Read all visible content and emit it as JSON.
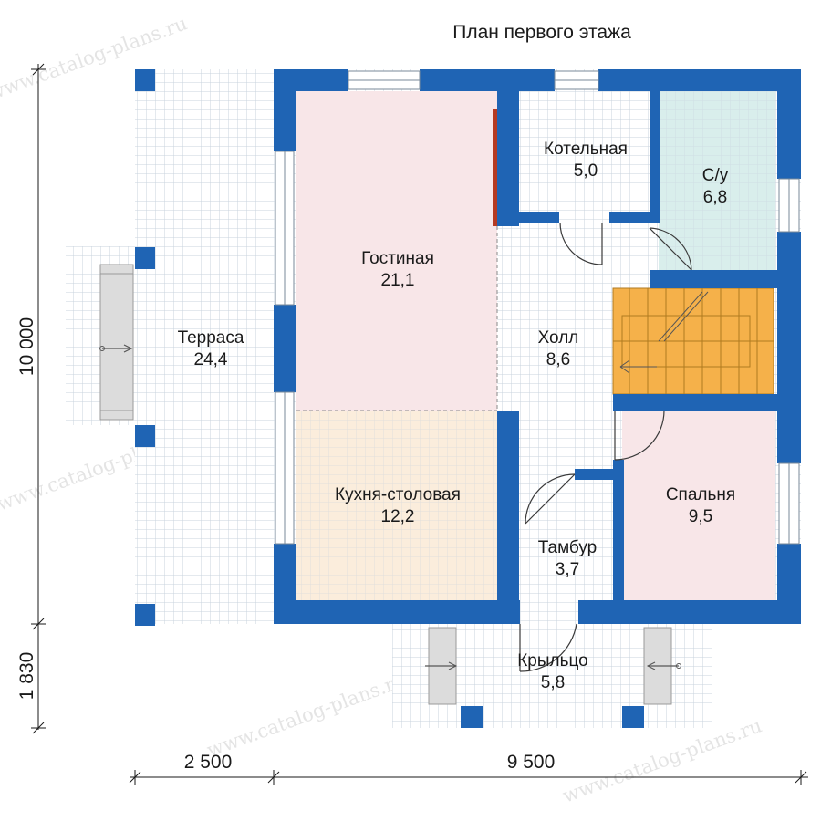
{
  "title": "План первого этажа",
  "colors": {
    "wall": "#1f64b4",
    "grid": "#c9d3de",
    "living": "#f8e6e8",
    "kitchen": "#fbebd8",
    "bath": "#d9eeec",
    "stairs": "#f5b14a",
    "stove": "#b53a22",
    "window": "#ffffff"
  },
  "rooms": [
    {
      "name": "Терраса",
      "area": "24,4"
    },
    {
      "name": "Гостиная",
      "area": "21,1"
    },
    {
      "name": "Котельная",
      "area": "5,0"
    },
    {
      "name": "С/у",
      "area": "6,8"
    },
    {
      "name": "Холл",
      "area": "8,6"
    },
    {
      "name": "Кухня-столовая",
      "area": "12,2"
    },
    {
      "name": "Спальня",
      "area": "9,5"
    },
    {
      "name": "Тамбур",
      "area": "3,7"
    },
    {
      "name": "Крыльцо",
      "area": "5,8"
    }
  ],
  "dimensions": {
    "left_top": "10 000",
    "left_bottom": "1 830",
    "bottom_left": "2 500",
    "bottom_right": "9 500"
  },
  "watermark": "www.catalog-plans.ru"
}
